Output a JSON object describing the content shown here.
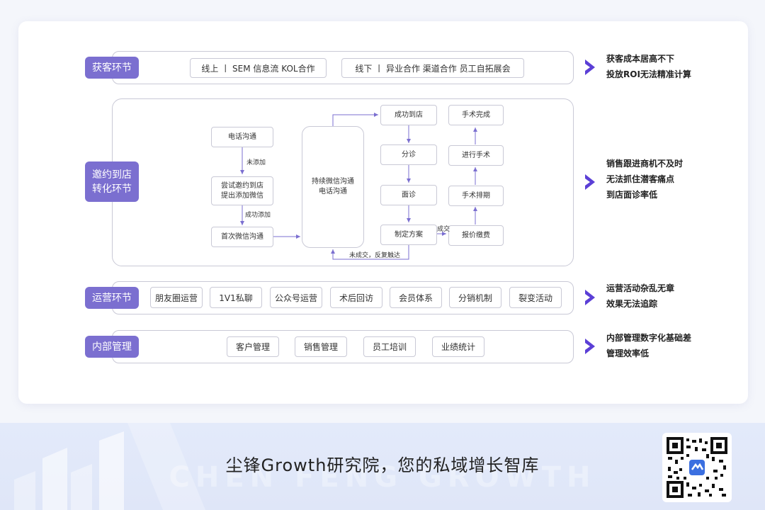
{
  "stages": {
    "acquire": {
      "label": "获客环节",
      "chips": [
        "线上 丨 SEM  信息流  KOL合作",
        "线下 丨 异业合作 渠道合作 员工自拓展会"
      ],
      "pain": [
        "获客成本居高不下",
        "投放ROI无法精准计算"
      ]
    },
    "convert": {
      "label": "邀约到店\n转化环节",
      "nodes": {
        "phone": "电话沟通",
        "try_invite": "尝试邀约到店\n提出添加微信",
        "first_wechat": "首次微信沟通",
        "continue_wechat": "持续微信沟通\n电话沟通",
        "arrived": "成功到店",
        "triage": "分诊",
        "consult": "面诊",
        "plan": "制定方案",
        "surgery_done": "手术完成",
        "surgery": "进行手术",
        "schedule": "手术排期",
        "quote": "报价缴费"
      },
      "edges": {
        "not_added": "未添加",
        "added": "成功添加",
        "deal": "成交",
        "no_deal": "未成交，反复触达"
      },
      "pain": [
        "销售跟进商机不及时",
        "无法抓住潜客痛点",
        "到店面诊率低"
      ]
    },
    "operate": {
      "label": "运营环节",
      "chips": [
        "朋友圈运营",
        "1V1私聊",
        "公众号运营",
        "术后回访",
        "会员体系",
        "分销机制",
        "裂变活动"
      ],
      "pain": [
        "运营活动杂乱无章",
        "效果无法追踪"
      ]
    },
    "internal": {
      "label": "内部管理",
      "chips": [
        "客户管理",
        "销售管理",
        "员工培训",
        "业绩统计"
      ],
      "pain": [
        "内部管理数字化基础差",
        "管理效率低"
      ]
    }
  },
  "footer": {
    "slogan": "尘锋Growth研究院，您的私域增长智库",
    "watermark": "CHEN FENG GROWTH"
  },
  "colors": {
    "accent": "#7b6fd0",
    "chevron": "#5b3fd6",
    "border": "#c9c9d6"
  },
  "icons": {
    "chevron": "chevron-right-icon",
    "qr": "qr-code-icon"
  }
}
